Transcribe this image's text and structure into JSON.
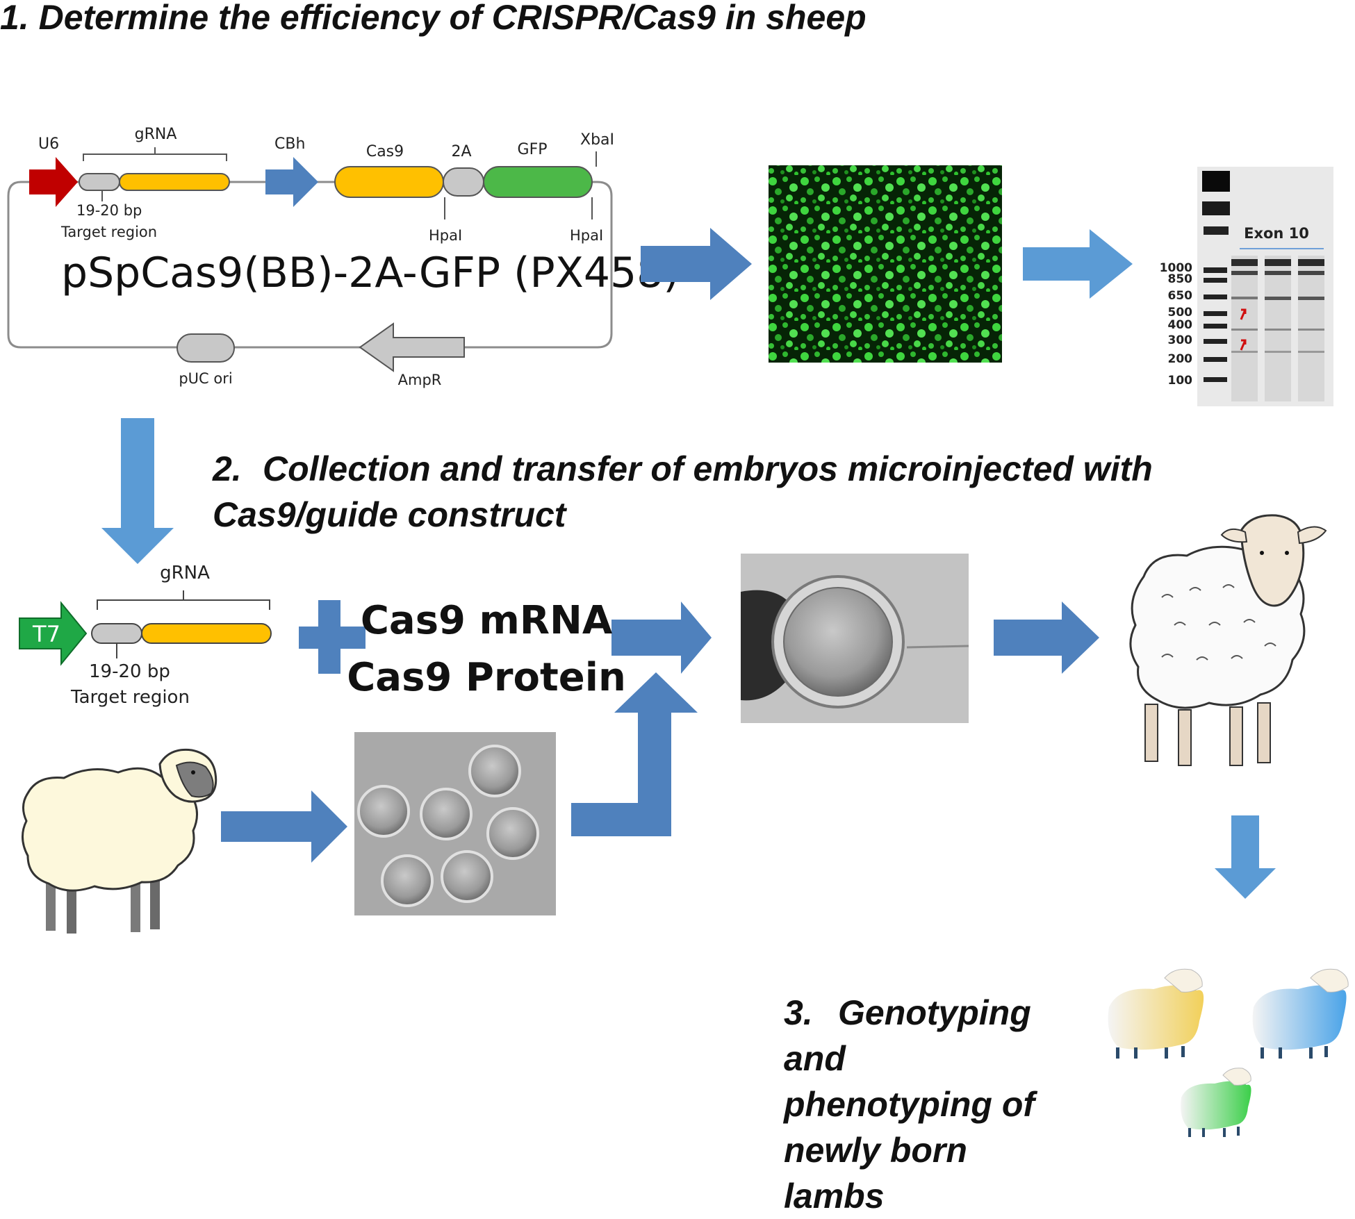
{
  "headings": {
    "step1": "1. Determine the efficiency of CRISPR/Cas9 in sheep",
    "step2_num": "2.",
    "step2_line1": "Collection and transfer of embryos microinjected with",
    "step2_line2": "Cas9/guide construct",
    "step3_num": "3.",
    "step3_line1": "Genotyping",
    "step3_line2": "and",
    "step3_line3": "phenotyping of",
    "step3_line4": "newly born",
    "step3_line5": "lambs"
  },
  "plasmid": {
    "name": "pSpCas9(BB)-2A-GFP (PX458)",
    "u6": "U6",
    "grna": "gRNA",
    "cbh": "CBh",
    "cas9": "Cas9",
    "p2a": "2A",
    "gfp": "GFP",
    "xbai": "XbaI",
    "hpai_1": "HpaI",
    "hpai_2": "HpaI",
    "bp": "19-20 bp",
    "target": "Target region",
    "ori": "pUC ori",
    "ampr": "AmpR"
  },
  "gel": {
    "label": "Exon 10",
    "ladder": [
      "1000",
      "850",
      "650",
      "500",
      "400",
      "300",
      "200",
      "100"
    ]
  },
  "t7construct": {
    "t7": "T7",
    "grna": "gRNA",
    "bp": "19-20 bp",
    "target": "Target region"
  },
  "cas9_components": {
    "mrna": "Cas9 mRNA",
    "protein": "Cas9 Protein"
  },
  "colors": {
    "arrow_blue": "#4F81BD",
    "u6_red": "#C00000",
    "cas9_orange": "#FFC000",
    "gfp_green": "#4CB848",
    "t7_green": "#1FA846",
    "element_gray": "#C8C8C8",
    "heading_text": "#111111"
  }
}
